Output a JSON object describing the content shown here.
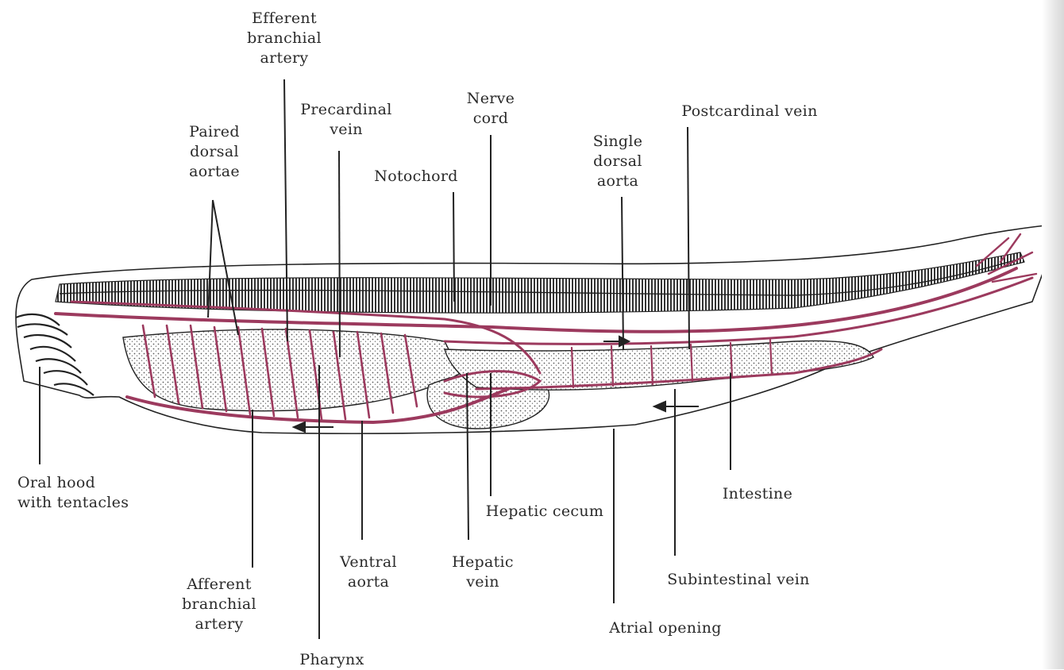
{
  "labels": {
    "efferent_branchial_artery": "Efferent\nbranchial\nartery",
    "precardinal_vein": "Precardinal\nvein",
    "nerve_cord": "Nerve\ncord",
    "paired_dorsal_aortae": "Paired\ndorsal\naortae",
    "notochord": "Notochord",
    "single_dorsal_aorta": "Single\ndorsal\naorta",
    "postcardinal_vein": "Postcardinal vein",
    "oral_hood": "Oral hood\nwith tentacles",
    "intestine": "Intestine",
    "hepatic_cecum": "Hepatic cecum",
    "ventral_aorta": "Ventral\naorta",
    "hepatic_vein": "Hepatic\nvein",
    "afferent_branchial_artery": "Afferent\nbranchial\nartery",
    "subintestinal_vein": "Subintestinal vein",
    "atrial_opening": "Atrial opening",
    "pharynx": "Pharynx"
  },
  "colors": {
    "vessel": "#9c3a5e",
    "outline": "#222222",
    "stipple": "#555555",
    "label": "#2a2a2a"
  }
}
